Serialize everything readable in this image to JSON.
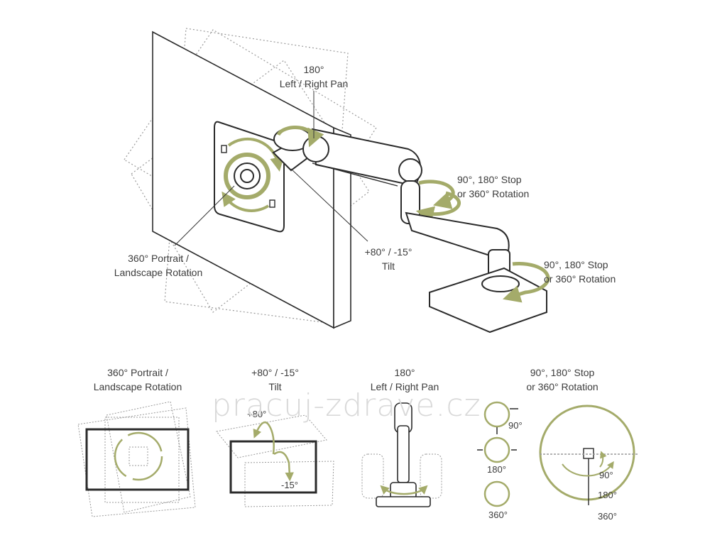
{
  "top_labels": {
    "pan": "180°\nLeft / Right Pan",
    "rotation_upper": "90°, 180° Stop\nor 360° Rotation",
    "tilt": "+80° / -15°\nTilt",
    "rotation_lower": "90°, 180° Stop\nor 360° Rotation",
    "portrait": "360° Portrait /\nLandscape Rotation"
  },
  "bottom_panels": [
    {
      "title": "360° Portrait /\nLandscape Rotation"
    },
    {
      "title": "+80° / -15°\nTilt",
      "marks": [
        "+80°",
        "-15°"
      ]
    },
    {
      "title": "180°\nLeft / Right Pan"
    },
    {
      "title": "90°, 180° Stop\nor 360° Rotation",
      "marks": [
        "90°",
        "180°",
        "360°"
      ],
      "dial_marks": [
        "90°",
        "180°",
        "360°"
      ]
    }
  ],
  "watermark": "pracuj-zdrave.cz",
  "colors": {
    "accent": "#a4ab6a",
    "outline": "#2b2b2b",
    "dotted": "#9a9a9a"
  }
}
